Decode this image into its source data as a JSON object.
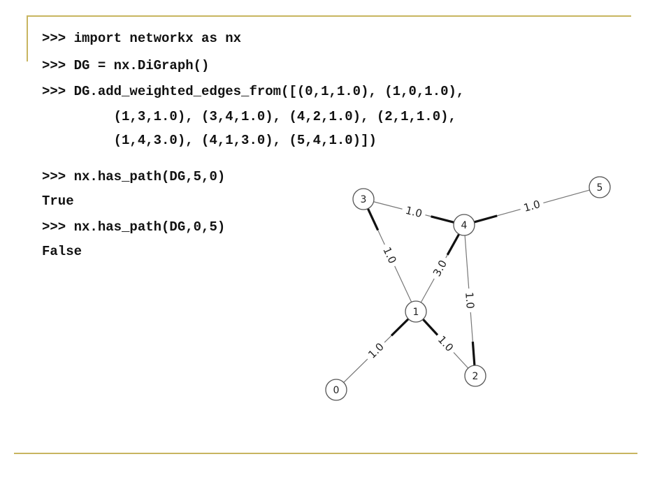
{
  "code": {
    "line1": ">>> import networkx as nx",
    "line2": ">>> DG = nx.DiGraph()",
    "line3": ">>> DG.add_weighted_edges_from([(0,1,1.0), (1,0,1.0),",
    "line4": "         (1,3,1.0), (3,4,1.0), (4,2,1.0), (2,1,1.0),",
    "line5": "         (1,4,3.0), (4,1,3.0), (5,4,1.0)])",
    "line6": ">>> nx.has_path(DG,5,0)",
    "line7": "True",
    "line8": ">>> nx.has_path(DG,0,5)",
    "line9": "False"
  },
  "graph": {
    "nodes": [
      "0",
      "1",
      "2",
      "3",
      "4",
      "5"
    ],
    "edges": [
      {
        "source": "0",
        "target": "1",
        "label": "1.0"
      },
      {
        "source": "1",
        "target": "3",
        "label": "1.0"
      },
      {
        "source": "3",
        "target": "4",
        "label": "1.0"
      },
      {
        "source": "4",
        "target": "2",
        "label": "1.0"
      },
      {
        "source": "2",
        "target": "1",
        "label": "1.0"
      },
      {
        "source": "1",
        "target": "4",
        "label": "3.0"
      },
      {
        "source": "5",
        "target": "4",
        "label": "1.0"
      }
    ]
  }
}
